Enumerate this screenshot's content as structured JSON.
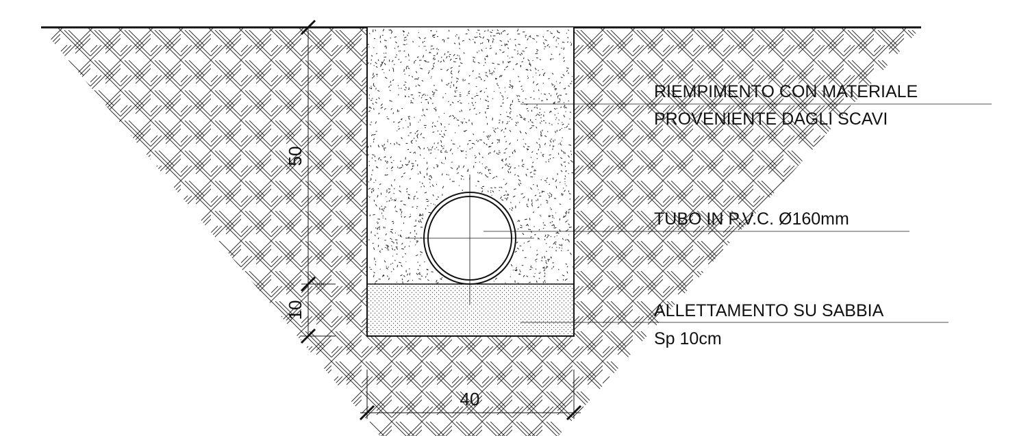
{
  "drawing": {
    "colors": {
      "line": "#111111",
      "hatch": "#333333",
      "background": "#ffffff"
    },
    "dimensions": {
      "fill_depth": "50",
      "bedding_depth": "10",
      "trench_width": "40"
    },
    "annotations": {
      "fill_line1": "RIEMPIMENTO CON MATERIALE",
      "fill_line2": "PROVENIENTE DAGLI SCAVI",
      "pipe": "TUBO IN P.V.C. Ø160mm",
      "bedding_line1": "ALLETTAMENTO SU SABBIA",
      "bedding_line2": "Sp 10cm"
    }
  }
}
